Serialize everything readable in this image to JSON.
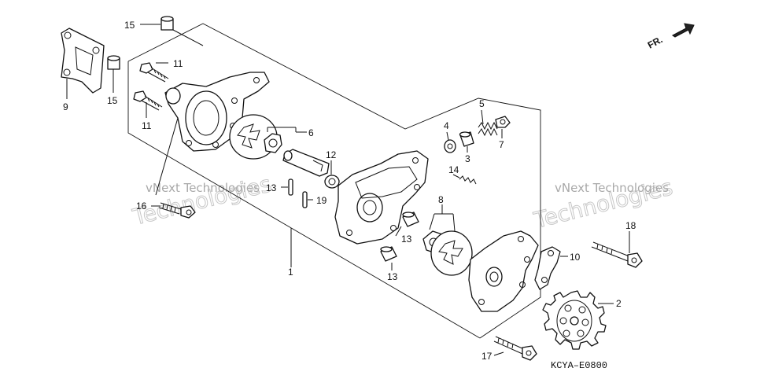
{
  "diagram": {
    "direction_label": "FR.",
    "diagram_code": "KCYA–E0800",
    "watermarks": [
      {
        "line1": "vNext Technologies",
        "line2": "Technologies"
      },
      {
        "line1": "vNext Technologies",
        "line2": "Technologies"
      }
    ],
    "callouts": {
      "c1": "1",
      "c2": "2",
      "c3": "3",
      "c4": "4",
      "c5": "5",
      "c6": "6",
      "c7": "7",
      "c8": "8",
      "c9": "9",
      "c10": "10",
      "c11a": "11",
      "c11b": "11",
      "c12": "12",
      "c13a": "13",
      "c13b": "13",
      "c13c": "13",
      "c14": "14",
      "c15a": "15",
      "c15b": "15",
      "c16": "16",
      "c17": "17",
      "c18": "18",
      "c19": "19"
    }
  }
}
